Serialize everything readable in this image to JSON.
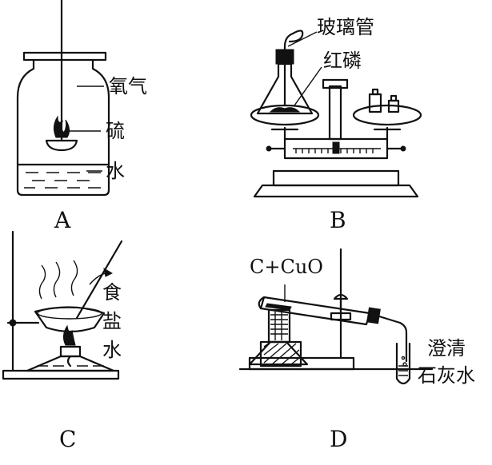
{
  "panels": {
    "a": {
      "caption": "A",
      "labels": {
        "oxygen": "氧气",
        "sulfur": "硫",
        "water": "水"
      }
    },
    "b": {
      "caption": "B",
      "labels": {
        "glass_tube": "玻璃管",
        "red_phosphorus": "红磷"
      }
    },
    "c": {
      "caption": "C",
      "labels": {
        "salt_water_1": "食",
        "salt_water_2": "盐",
        "salt_water_3": "水"
      }
    },
    "d": {
      "caption": "D",
      "labels": {
        "reactants": "C+CuO",
        "limewater_1": "澄清",
        "limewater_2": "石灰水"
      }
    }
  }
}
